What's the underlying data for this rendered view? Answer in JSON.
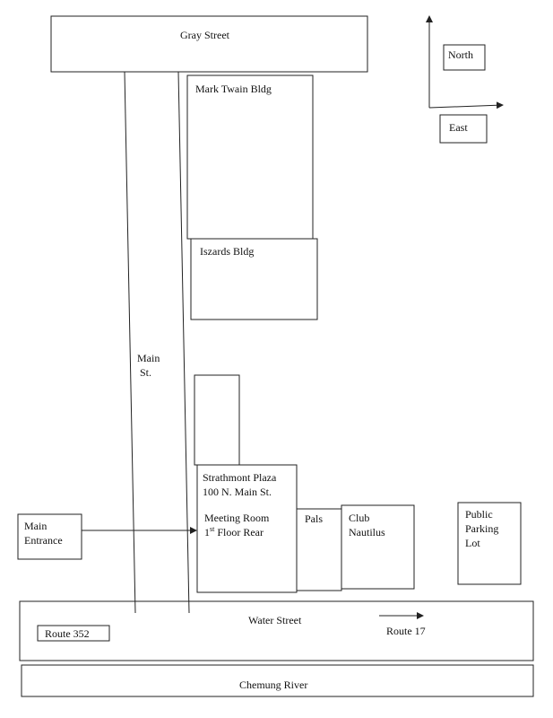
{
  "map": {
    "streets": {
      "gray_street": "Gray Street",
      "main_st_line1": "Main",
      "main_st_line2": "St.",
      "water_street": "Water Street",
      "river": "Chemung River"
    },
    "compass": {
      "north": "North",
      "east": "East"
    },
    "buildings": {
      "mark_twain": "Mark Twain Bldg",
      "iszards": "Iszards Bldg",
      "strathmont_line1": "Strathmont Plaza",
      "strathmont_line2": "100 N. Main St.",
      "meeting_room_line1": "Meeting Room",
      "meeting_room_floor_num": "1",
      "meeting_room_floor_sup": "st",
      "meeting_room_floor_rest": " Floor Rear",
      "pals": "Pals",
      "club_line1": "Club",
      "club_line2": "Nautilus",
      "parking_line1": "Public",
      "parking_line2": "Parking",
      "parking_line3": "Lot"
    },
    "entrance": {
      "line1": "Main",
      "line2": "Entrance"
    },
    "routes": {
      "route_352": "Route 352",
      "route_17": "Route 17"
    },
    "colors": {
      "line": "#222222",
      "background": "#ffffff"
    }
  }
}
